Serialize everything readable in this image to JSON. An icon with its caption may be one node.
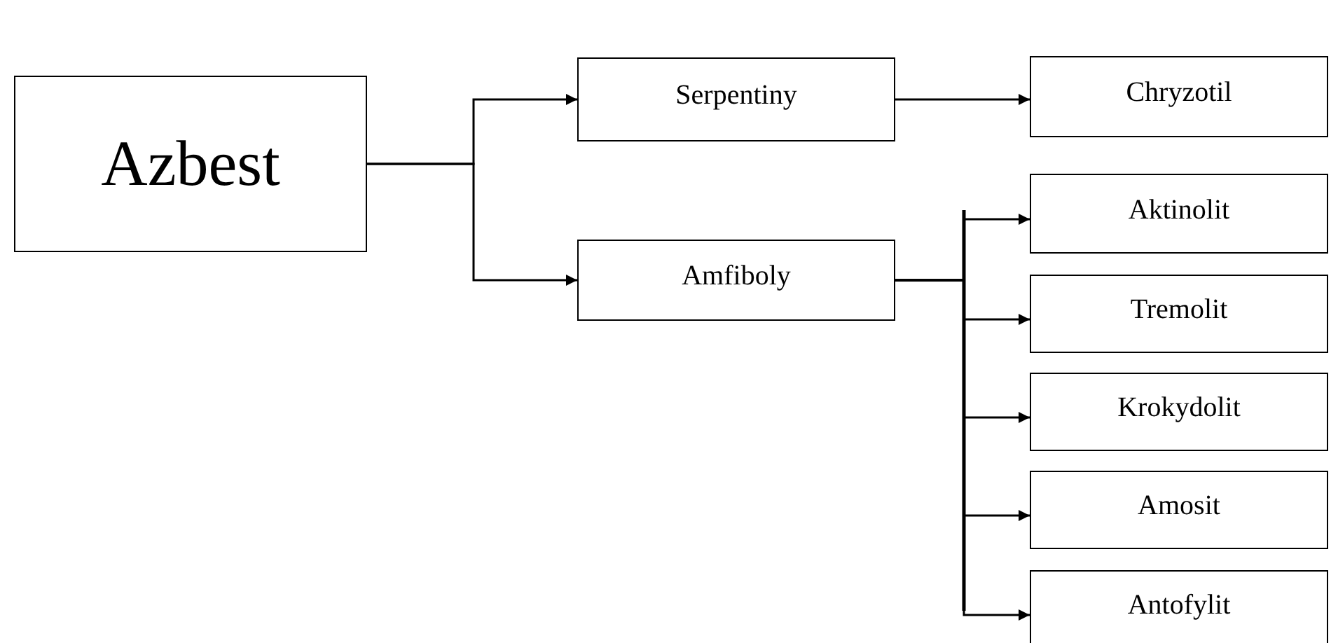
{
  "diagram": {
    "nodes": [
      {
        "text": [
          "Azbest"
        ]
      },
      {
        "text": [
          "Serpentiny"
        ]
      },
      {
        "text": [
          "Chryzotil"
        ]
      },
      {
        "text": [
          "Amfiboly"
        ]
      },
      {
        "text": [
          "Aktinolit"
        ]
      },
      {
        "text": [
          "Tremolit"
        ]
      },
      {
        "text": [
          "Krokydolit"
        ]
      },
      {
        "text": [
          "Amosit"
        ]
      },
      {
        "text": [
          "Antofylit"
        ]
      }
    ],
    "edges": [
      {
        "from": 0,
        "to": 1,
        "arrow": "to"
      },
      {
        "from": 0,
        "to": 3,
        "arrow": "to"
      },
      {
        "from": 1,
        "to": 2,
        "arrow": "to"
      },
      {
        "from": 3,
        "to": 4,
        "arrow": "to"
      },
      {
        "from": 3,
        "to": 5,
        "arrow": "to"
      },
      {
        "from": 3,
        "to": 6,
        "arrow": "to"
      },
      {
        "from": 3,
        "to": 7,
        "arrow": "to"
      },
      {
        "from": 3,
        "to": 8,
        "arrow": "to"
      }
    ]
  }
}
